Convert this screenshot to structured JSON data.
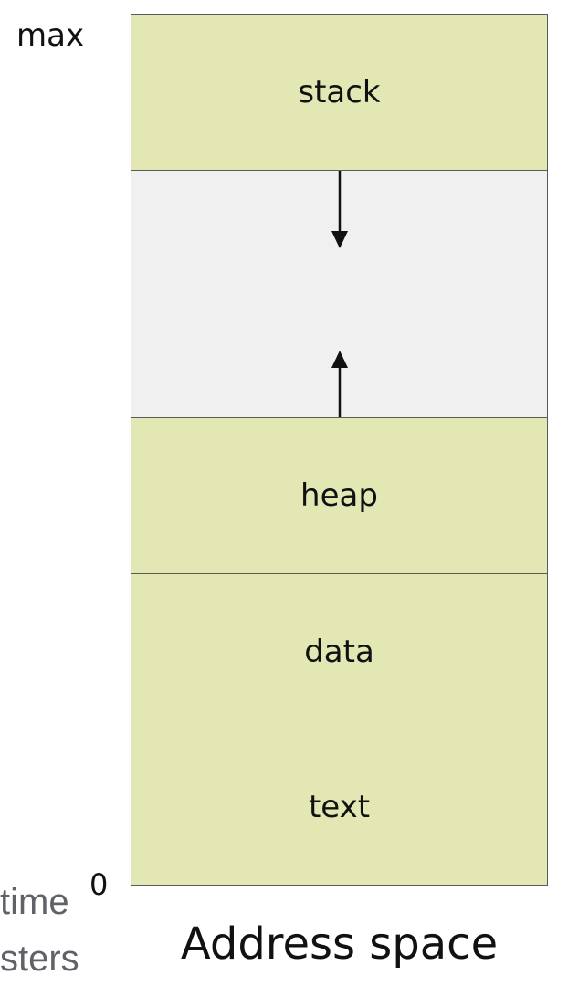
{
  "diagram": {
    "top_label": "max",
    "bottom_label": "0",
    "segments": [
      {
        "id": "stack",
        "label": "stack"
      },
      {
        "id": "gap",
        "label": ""
      },
      {
        "id": "heap",
        "label": "heap"
      },
      {
        "id": "data",
        "label": "data"
      },
      {
        "id": "text",
        "label": "text"
      }
    ],
    "caption": "Address space",
    "colors": {
      "segment_fill": "#e3e7b3",
      "gap_fill": "#f0f0f0",
      "border": "#5a5a5a"
    }
  },
  "background_text": {
    "line1": "time",
    "line2": "sters"
  }
}
